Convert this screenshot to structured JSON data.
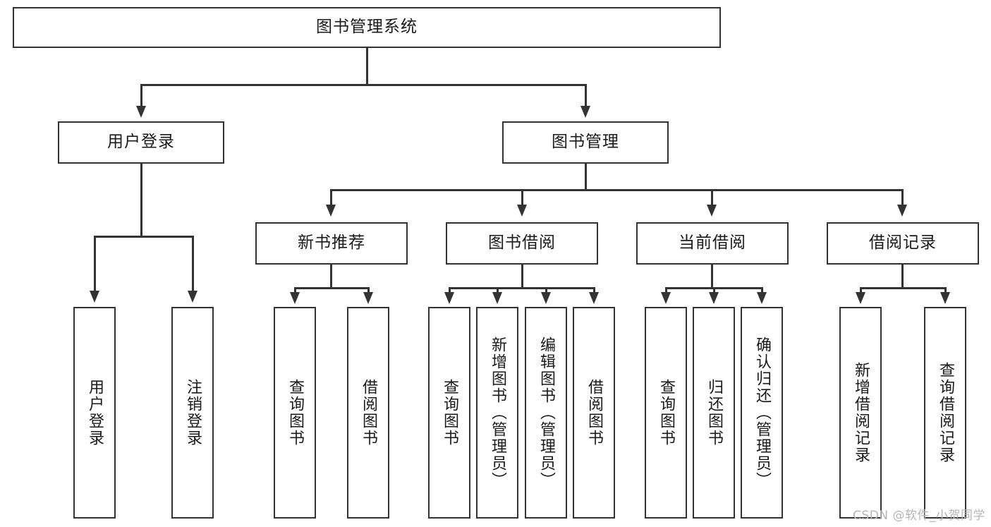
{
  "diagram": {
    "title": "图书管理系统",
    "type": "tree-hierarchy-diagram",
    "root": {
      "label": "图书管理系统"
    },
    "level1": [
      {
        "label": "用户登录"
      },
      {
        "label": "图书管理"
      }
    ],
    "level2": [
      {
        "label": "新书推荐"
      },
      {
        "label": "图书借阅"
      },
      {
        "label": "当前借阅"
      },
      {
        "label": "借阅记录"
      }
    ],
    "leaves": {
      "user_login": [
        {
          "label": "用户登录"
        },
        {
          "label": "注销登录"
        }
      ],
      "new_book_recommend": [
        {
          "label": "查询图书"
        },
        {
          "label": "借阅图书"
        }
      ],
      "book_borrow": [
        {
          "label": "查询图书"
        },
        {
          "label": "新增图书（管理员）"
        },
        {
          "label": "编辑图书（管理员）"
        },
        {
          "label": "借阅图书"
        }
      ],
      "current_borrow": [
        {
          "label": "查询图书"
        },
        {
          "label": "归还图书"
        },
        {
          "label": "确认归还（管理员）"
        }
      ],
      "borrow_records": [
        {
          "label": "新增借阅记录"
        },
        {
          "label": "查询借阅记录"
        }
      ]
    }
  },
  "watermark": {
    "text": "CSDN @软件_小贺同学"
  },
  "colors": {
    "stroke": "#333333",
    "background": "#ffffff",
    "text": "#1a1a1a",
    "watermark": "#b6b6b6"
  }
}
